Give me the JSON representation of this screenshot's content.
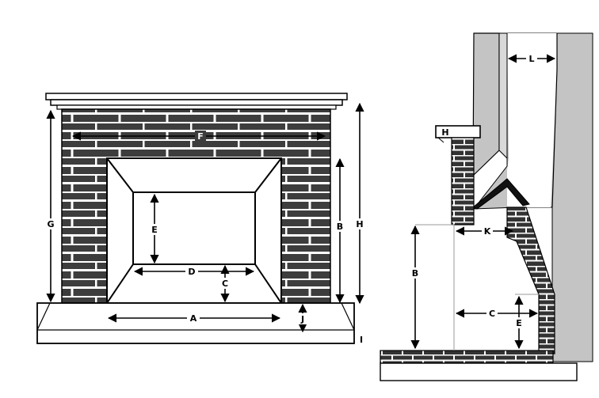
{
  "front_view": {
    "dimension_labels": {
      "A": "A",
      "B": "B",
      "C": "C",
      "D": "D",
      "E": "E",
      "F": "F",
      "G": "G",
      "H": "H",
      "I": "I",
      "J": "J"
    }
  },
  "side_view": {
    "dimension_labels": {
      "B": "B",
      "C": "C",
      "E": "E",
      "H": "H",
      "K": "K",
      "L": "L"
    }
  },
  "colors": {
    "brick": "#3d3d3d",
    "mortar": "#ffffff",
    "wall": "#c4c4c4",
    "outline": "#000000"
  }
}
